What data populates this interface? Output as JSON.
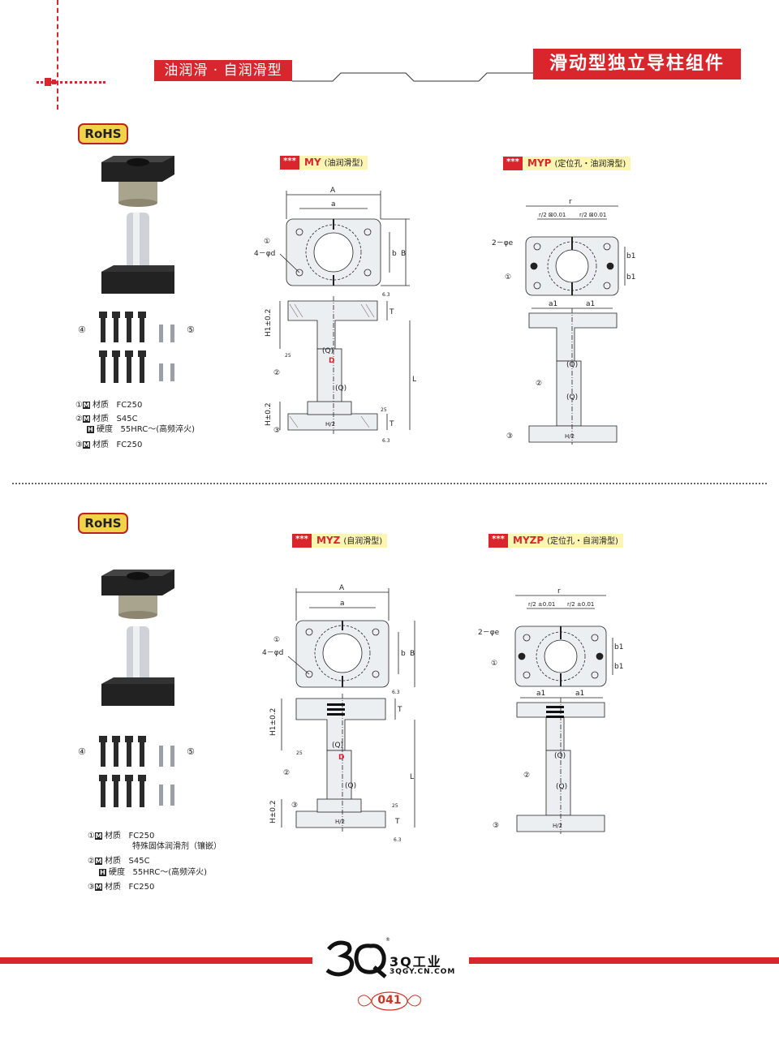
{
  "header": {
    "left_tag": "油润滑 · 自润滑型",
    "right_title": "滑动型独立导柱组件"
  },
  "colors": {
    "accent": "#d8262c",
    "tag_bg": "#fdf6b2",
    "rohs_bg": "#f2d24b"
  },
  "section1": {
    "rohs": "RoHS",
    "parts": {
      "bolts": "④",
      "pins": "⑤"
    },
    "materials": [
      {
        "num": "①",
        "badge": "M",
        "label": "材质",
        "value": "FC250"
      },
      {
        "num": "②",
        "badge": "M",
        "label": "材质",
        "value": "S45C"
      },
      {
        "num": "",
        "badge": "H",
        "label": "硬度",
        "value": "55HRC～(高频淬火)"
      },
      {
        "num": "③",
        "badge": "M",
        "label": "材质",
        "value": "FC250"
      }
    ],
    "variant_a": {
      "stars": "***",
      "code": "MY",
      "desc": "(油润滑型)"
    },
    "variant_b": {
      "stars": "***",
      "code": "MYP",
      "desc": "(定位孔・油润滑型)"
    },
    "dims_a": {
      "A": "A",
      "a": "a",
      "b": "b",
      "B": "B",
      "c1": "①",
      "hole": "4－φd",
      "H1": "H1±0.2",
      "Q1": "(Q)",
      "D": "D",
      "c2": "②",
      "Q2": "(Q)",
      "L": "L",
      "H": "H±0.2",
      "c3": "③",
      "T": "T",
      "r63": "6.3",
      "r25": "25",
      "h2": "H/2"
    },
    "dims_b": {
      "r": "r",
      "r2a": "r/2 ⊠0.01",
      "r2b": "r/2 ⊠0.01",
      "pin": "2－φe",
      "c1": "①",
      "b1": "b1",
      "a1a": "a1",
      "a1b": "a1",
      "Q1": "(Q)",
      "c2": "②",
      "Q2": "(Q)",
      "c3": "③",
      "h2": "H/2"
    }
  },
  "section2": {
    "rohs": "RoHS",
    "parts": {
      "bolts": "④",
      "pins": "⑤"
    },
    "materials": [
      {
        "num": "①",
        "badge": "M",
        "label": "材质",
        "value": "FC250"
      },
      {
        "num": "",
        "badge": "",
        "label": "",
        "value": "特殊固体润滑剂（镶嵌）"
      },
      {
        "num": "②",
        "badge": "M",
        "label": "材质",
        "value": "S45C"
      },
      {
        "num": "",
        "badge": "H",
        "label": "硬度",
        "value": "55HRC～(高频淬火)"
      },
      {
        "num": "③",
        "badge": "M",
        "label": "材质",
        "value": "FC250"
      }
    ],
    "variant_a": {
      "stars": "***",
      "code": "MYZ",
      "desc": "(自润滑型)"
    },
    "variant_b": {
      "stars": "***",
      "code": "MYZP",
      "desc": "(定位孔・自润滑型)"
    },
    "dims_a": {
      "A": "A",
      "a": "a",
      "b": "b",
      "B": "B",
      "c1": "①",
      "hole": "4－φd",
      "H1": "H1±0.2",
      "Q1": "(Q)",
      "D": "D",
      "c2": "②",
      "Q2": "(Q)",
      "L": "L",
      "H": "H±0.2",
      "c3": "③",
      "T": "T",
      "r63": "6.3",
      "r25": "25",
      "h2": "H/2"
    },
    "dims_b": {
      "r": "r",
      "r2a": "r/2 ±0.01",
      "r2b": "r/2 ±0.01",
      "pin": "2－φe",
      "c1": "①",
      "b1": "b1",
      "a1a": "a1",
      "a1b": "a1",
      "Q1": "(Q)",
      "c2": "②",
      "Q2": "(Q)",
      "c3": "③",
      "h2": "H/2"
    }
  },
  "footer": {
    "brand": "3Q工业",
    "url": "3QGY.CN.COM",
    "page": "041"
  }
}
